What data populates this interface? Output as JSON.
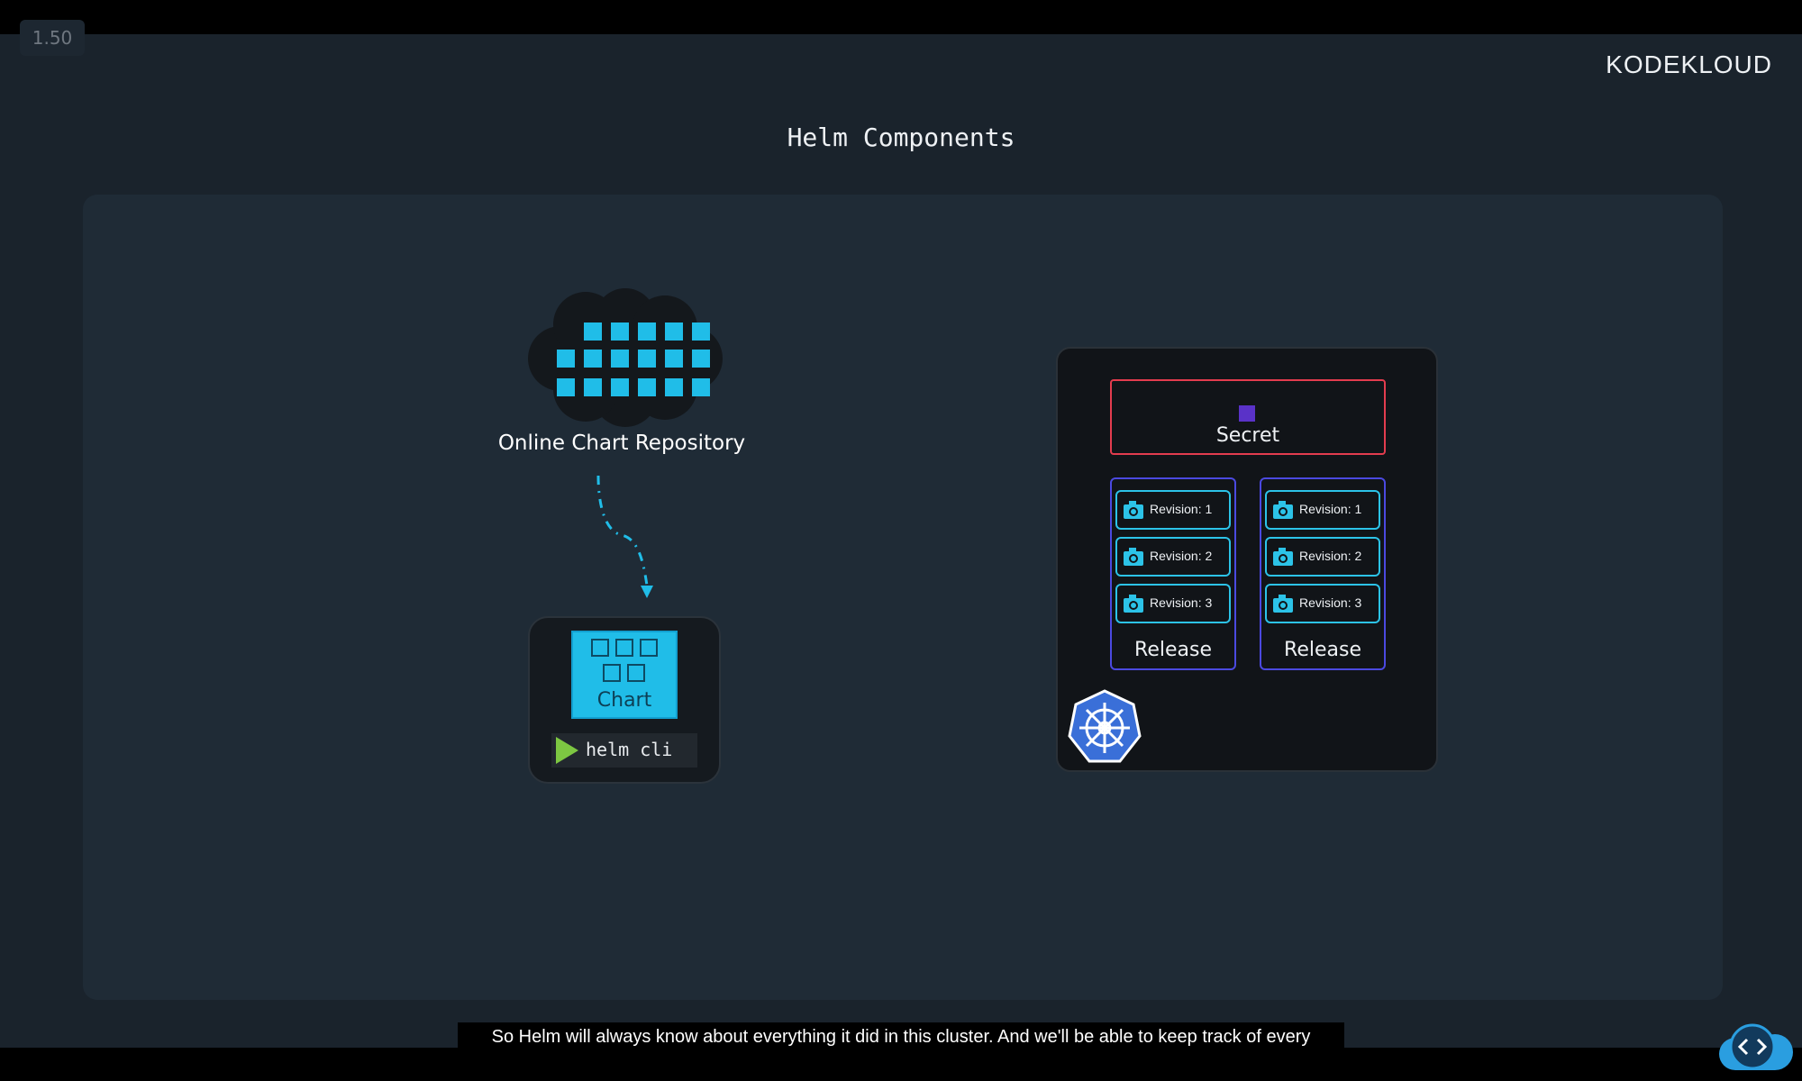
{
  "player": {
    "speed": "1.50"
  },
  "brand": {
    "logo_text": "KODEKLOUD"
  },
  "slide": {
    "title": "Helm Components",
    "repository": {
      "label": "Online Chart Repository",
      "icon": "cloud-grid-icon"
    },
    "chart": {
      "label": "Chart",
      "icon": "chart-package-icon"
    },
    "cli": {
      "label": "helm cli",
      "icon": "play-icon"
    },
    "cluster": {
      "icon": "kubernetes-helm-wheel-icon",
      "secret": {
        "label": "Secret",
        "icon": "secret-square-icon"
      },
      "releases": [
        {
          "label": "Release",
          "revisions": [
            "Revision: 1",
            "Revision: 2",
            "Revision: 3"
          ]
        },
        {
          "label": "Release",
          "revisions": [
            "Revision: 1",
            "Revision: 2",
            "Revision: 3"
          ]
        }
      ]
    }
  },
  "caption": "So Helm will always know about everything it did in this cluster. And we'll be able to keep track of every",
  "colors": {
    "accent": "#20bde8",
    "secret_border": "#e33c4e",
    "release_border": "#4b49e0",
    "revision_border": "#2cc3e8",
    "play": "#7dc742"
  }
}
